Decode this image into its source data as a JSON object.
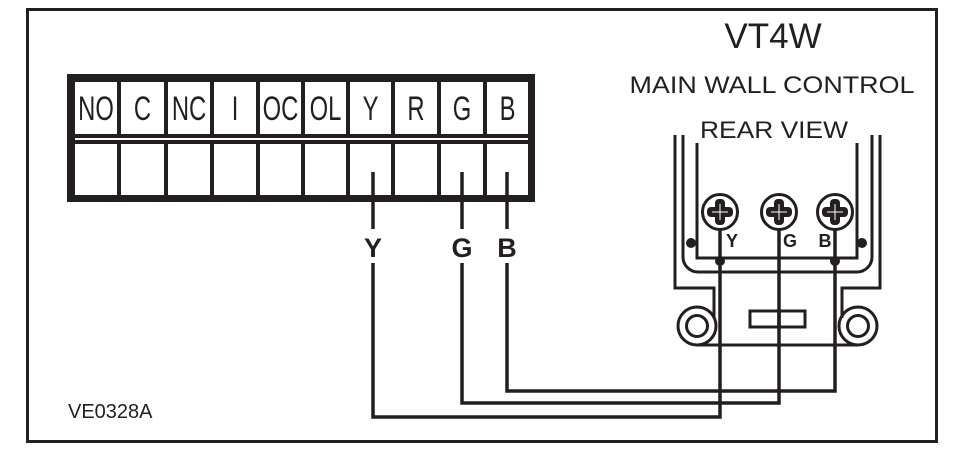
{
  "figure": {
    "code": "VE0328A",
    "line_color": "#231f20",
    "background_color": "#ffffff"
  },
  "device": {
    "model": "VT4W",
    "name": "MAIN WALL CONTROL",
    "view": "REAR VIEW",
    "terminals": [
      {
        "label": "Y"
      },
      {
        "label": "G"
      },
      {
        "label": "B"
      }
    ]
  },
  "terminal_strip": {
    "terminals": [
      {
        "label": "NO"
      },
      {
        "label": "C"
      },
      {
        "label": "NC"
      },
      {
        "label": "I"
      },
      {
        "label": "OC"
      },
      {
        "label": "OL"
      },
      {
        "label": "Y"
      },
      {
        "label": "R"
      },
      {
        "label": "G"
      },
      {
        "label": "B"
      }
    ]
  },
  "wires": [
    {
      "label": "Y",
      "from_terminal": "Y",
      "to_terminal": "Y"
    },
    {
      "label": "G",
      "from_terminal": "G",
      "to_terminal": "G"
    },
    {
      "label": "B",
      "from_terminal": "B",
      "to_terminal": "B"
    }
  ]
}
